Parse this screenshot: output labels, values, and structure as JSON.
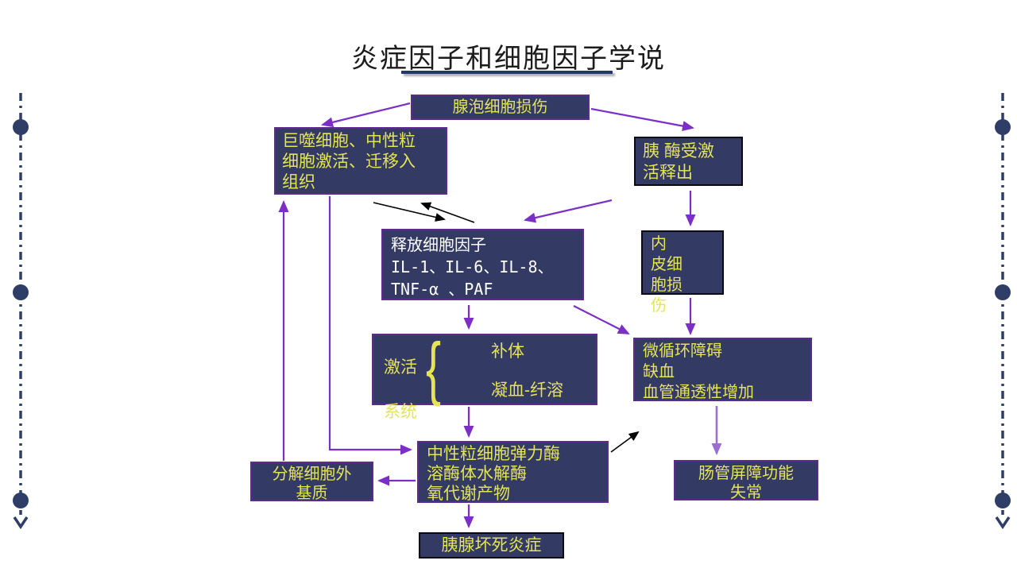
{
  "title": "炎症因子和细胞因子学说",
  "colors": {
    "box_fill": "#333a63",
    "box_border_purple": "#5b2b8e",
    "box_border_black": "#0a0a14",
    "text_yellow": "#e4e455",
    "text_white": "#ffffff",
    "arrow_purple": "#7b2ec8",
    "arrow_light_purple": "#9a6fd0",
    "arrow_black": "#000000",
    "side_ornament_navy": "#2e3e66",
    "title_underline": "#20386b"
  },
  "boxes": {
    "acinar": {
      "lines": [
        "腺泡细胞损伤"
      ]
    },
    "macrophage": {
      "lines": [
        "巨噬细胞、中性粒",
        "细胞激活、迁移入",
        "组织"
      ]
    },
    "enzyme": {
      "lines": [
        "胰 酶受激",
        "活释出"
      ]
    },
    "cytokine": {
      "lines": [
        "释放细胞因子",
        "IL-1、IL-6、IL-8、",
        "TNF-α 、PAF"
      ]
    },
    "endothelial": {
      "lines": [
        "内",
        "皮细",
        "胞损",
        "伤"
      ]
    },
    "activate": {
      "label_activate": "激活",
      "brace_glyph": "{",
      "item_top": "补体",
      "item_bottom": "凝血-纤溶",
      "label_system": "系统"
    },
    "microcirc": {
      "lines": [
        "微循环障碍",
        "缺血",
        "血管通透性增加"
      ]
    },
    "elastase": {
      "lines": [
        "中性粒细胞弹力酶",
        "溶酶体水解酶",
        "氧代谢产物"
      ]
    },
    "matrix": {
      "lines": [
        "分解细胞外",
        "基质"
      ]
    },
    "intestinal": {
      "lines": [
        "肠管屏障功能",
        "失常"
      ]
    },
    "necrosis": {
      "lines": [
        "胰腺坏死炎症"
      ]
    }
  }
}
